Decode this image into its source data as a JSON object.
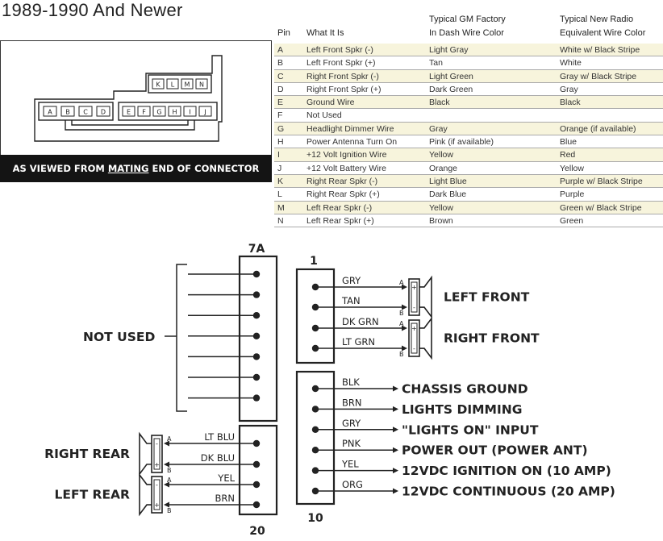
{
  "title": "1989-1990 And Newer",
  "connector": {
    "caption_before": "AS VIEWED FROM ",
    "caption_underline": "MATING",
    "caption_after": " END OF CONNECTOR",
    "top_pins": [
      "K",
      "L",
      "M",
      "N"
    ],
    "bottom_left_pins": [
      "A",
      "B",
      "C",
      "D"
    ],
    "bottom_right_pins": [
      "E",
      "F",
      "G",
      "H",
      "I",
      "J"
    ]
  },
  "table": {
    "headers": {
      "pin": "Pin",
      "what": "What It Is",
      "gm_line1": "Typical GM Factory",
      "gm_line2": "In Dash Wire Color",
      "radio_line1": "Typical New Radio",
      "radio_line2": "Equivalent Wire Color"
    },
    "rows": [
      {
        "pin": "A",
        "what": "Left Front Spkr (-)",
        "gm": "Light Gray",
        "radio": "White w/ Black Stripe"
      },
      {
        "pin": "B",
        "what": "Left Front Spkr (+)",
        "gm": "Tan",
        "radio": "White"
      },
      {
        "pin": "C",
        "what": "Right Front Spkr (-)",
        "gm": "Light Green",
        "radio": "Gray w/ Black Stripe"
      },
      {
        "pin": "D",
        "what": "Right Front Spkr (+)",
        "gm": "Dark Green",
        "radio": "Gray"
      },
      {
        "pin": "E",
        "what": "Ground Wire",
        "gm": "Black",
        "radio": "Black"
      },
      {
        "pin": "F",
        "what": "Not Used",
        "gm": "",
        "radio": ""
      },
      {
        "pin": "G",
        "what": "Headlight Dimmer Wire",
        "gm": "Gray",
        "radio": "Orange (if available)"
      },
      {
        "pin": "H",
        "what": "Power Antenna Turn On",
        "gm": "Pink (if available)",
        "radio": "Blue"
      },
      {
        "pin": "I",
        "what": "+12 Volt Ignition Wire",
        "gm": "Yellow",
        "radio": "Red"
      },
      {
        "pin": "J",
        "what": "+12 Volt Battery Wire",
        "gm": "Orange",
        "radio": "Yellow"
      },
      {
        "pin": "K",
        "what": "Right Rear Spkr (-)",
        "gm": "Light Blue",
        "radio": "Purple w/ Black Stripe"
      },
      {
        "pin": "L",
        "what": "Right Rear Spkr (+)",
        "gm": "Dark Blue",
        "radio": "Purple"
      },
      {
        "pin": "M",
        "what": "Left Rear Spkr (-)",
        "gm": "Yellow",
        "radio": "Green w/ Black Stripe"
      },
      {
        "pin": "N",
        "what": "Left Rear Spkr (+)",
        "gm": "Brown",
        "radio": "Green"
      }
    ]
  },
  "diagram": {
    "block_7a": {
      "label": "7A",
      "count": 7
    },
    "not_used_label": "NOT USED",
    "block_bottom_left": {
      "end_label": "20"
    },
    "block_top_right": {
      "start_label": "1"
    },
    "block_bottom_right": {
      "end_label": "10"
    },
    "speaker_letters": {
      "pos": "A",
      "neg": "B"
    },
    "front_wires": [
      {
        "wire": "GRY",
        "pin": "+"
      },
      {
        "wire": "TAN",
        "pin": "-"
      },
      {
        "wire": "DK GRN",
        "pin": "+"
      },
      {
        "wire": "LT GRN",
        "pin": "-"
      }
    ],
    "front_speakers": [
      "LEFT FRONT",
      "RIGHT FRONT"
    ],
    "rear_wires": [
      {
        "wire": "LT BLU",
        "pin": "-"
      },
      {
        "wire": "DK BLU",
        "pin": "+"
      },
      {
        "wire": "YEL",
        "pin": "-"
      },
      {
        "wire": "BRN",
        "pin": "+"
      }
    ],
    "rear_speakers": [
      "RIGHT REAR",
      "LEFT REAR"
    ],
    "power_wires": [
      {
        "wire": "BLK",
        "function": "CHASSIS GROUND"
      },
      {
        "wire": "BRN",
        "function": "LIGHTS DIMMING"
      },
      {
        "wire": "GRY",
        "function": "\"LIGHTS ON\" INPUT"
      },
      {
        "wire": "PNK",
        "function": "POWER OUT (POWER ANT)"
      },
      {
        "wire": "YEL",
        "function": "12VDC IGNITION ON (10 AMP)"
      },
      {
        "wire": "ORG",
        "function": "12VDC CONTINUOUS (20 AMP)"
      }
    ]
  },
  "colors": {
    "ink": "#222222",
    "table_shade": "#f7f4dc",
    "caption_bg": "#141414"
  }
}
